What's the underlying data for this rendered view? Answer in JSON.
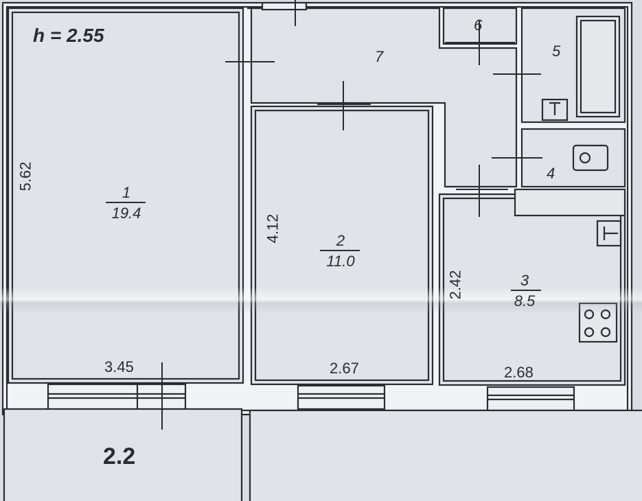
{
  "plan": {
    "ceiling_height": "h = 2.55",
    "balcony_area": "2.2",
    "rooms": [
      {
        "number": "1",
        "area": "19.4"
      },
      {
        "number": "2",
        "area": "11.0"
      },
      {
        "number": "3",
        "area": "8.5"
      },
      {
        "number": "4",
        "area": ""
      },
      {
        "number": "5",
        "area": ""
      },
      {
        "number": "6",
        "area": ""
      },
      {
        "number": "7",
        "area": ""
      }
    ],
    "dimensions": {
      "room1_width": "3.45",
      "room1_length": "5.62",
      "room2_width": "2.67",
      "room2_length": "4.12",
      "room3_width": "2.68",
      "room3_length": "2.42"
    }
  },
  "colors": {
    "paper": "#dadde3",
    "ink": "#2a2c33",
    "wall_fill": "#f2f3f6"
  }
}
